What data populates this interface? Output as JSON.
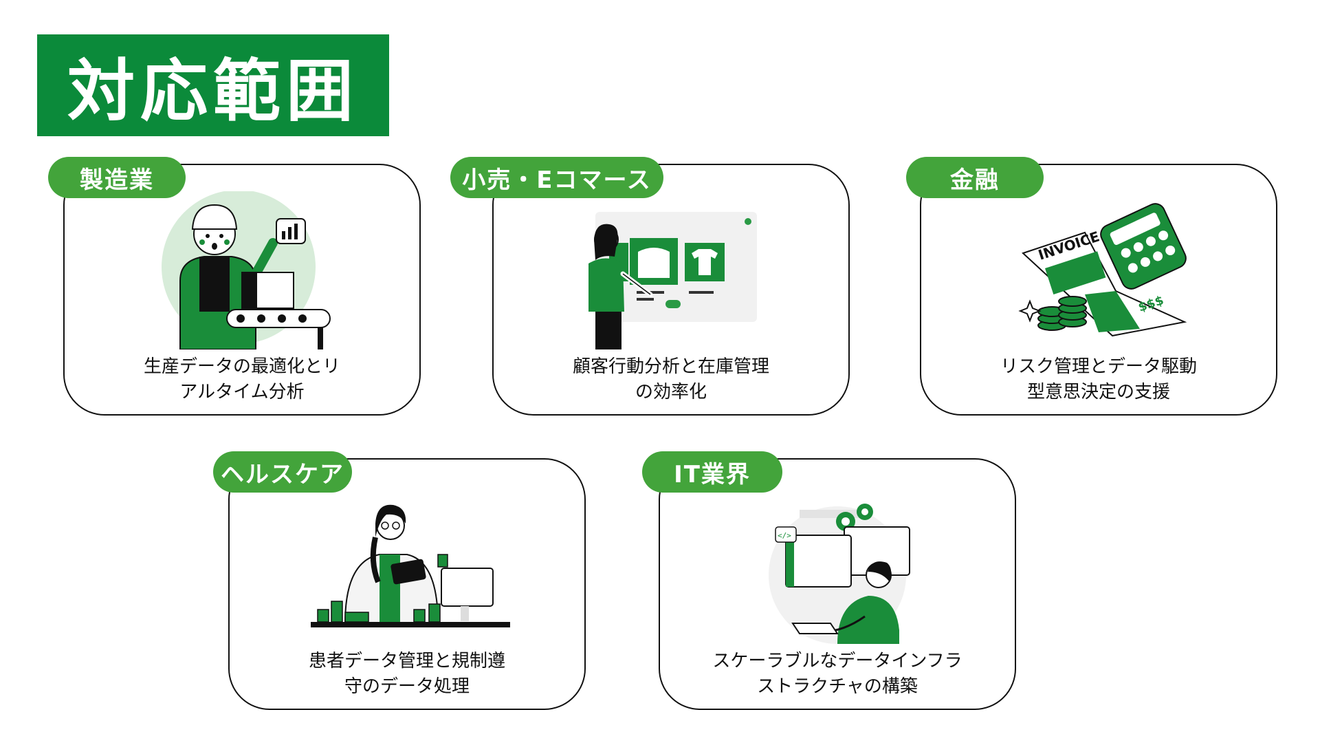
{
  "header": {
    "title": "対応範囲"
  },
  "colors": {
    "brand_green": "#0b8a3a",
    "tag_green": "#43a43b",
    "light_green": "#d7ecd9"
  },
  "cards": [
    {
      "tag": "製造業",
      "icon": "factory-worker-illustration",
      "desc_line1": "生産データの最適化とリ",
      "desc_line2": "アルタイム分析"
    },
    {
      "tag": "小売・Eコマース",
      "icon": "ecommerce-shop-illustration",
      "desc_line1": "顧客行動分析と在庫管理",
      "desc_line2": "の効率化"
    },
    {
      "tag": "金融",
      "icon": "invoice-calculator-illustration",
      "desc_line1": "リスク管理とデータ駆動",
      "desc_line2": "型意思決定の支援",
      "invoice_text": "INVOICE",
      "money_text": "$$$"
    },
    {
      "tag": "ヘルスケア",
      "icon": "pharmacist-illustration",
      "desc_line1": "患者データ管理と規制遵",
      "desc_line2": "守のデータ処理"
    },
    {
      "tag": "IT業界",
      "icon": "developer-workstation-illustration",
      "desc_line1": "スケーラブルなデータインフラ",
      "desc_line2": "ストラクチャの構築",
      "code_tag": "</>"
    }
  ]
}
